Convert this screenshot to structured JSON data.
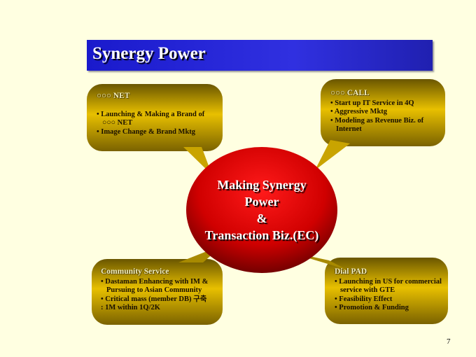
{
  "title": "Synergy Power",
  "center": {
    "lines": [
      "Making Synergy",
      "Power",
      "&",
      "Transaction Biz.(EC)"
    ]
  },
  "net": {
    "heading": "○○○ NET",
    "items": [
      "• Launching & Making a Brand of ○○○ NET",
      "• Image Change & Brand Mktg"
    ]
  },
  "call": {
    "heading": "○○○ CALL",
    "items": [
      "•  Start up IT Service in 4Q",
      "• Aggressive Mktg",
      "• Modeling as Revenue Biz. of Internet"
    ]
  },
  "community": {
    "heading": "Community Service",
    "items": [
      "• Dastaman Enhancing with IM & Pursuing to Asian Community",
      "• Critical mass (member DB) 구축",
      "  : 1M within 1Q/2K"
    ]
  },
  "dialpad": {
    "heading": "Dial PAD",
    "items": [
      "• Launching in US for commercial service with GTE",
      "• Feasibility Effect",
      "• Promotion & Funding"
    ]
  },
  "page_number": "7",
  "colors": {
    "title_bar": "#2020d0",
    "circle": "#cc0000",
    "callout": "#e0b800",
    "background": "#ffffe1"
  }
}
